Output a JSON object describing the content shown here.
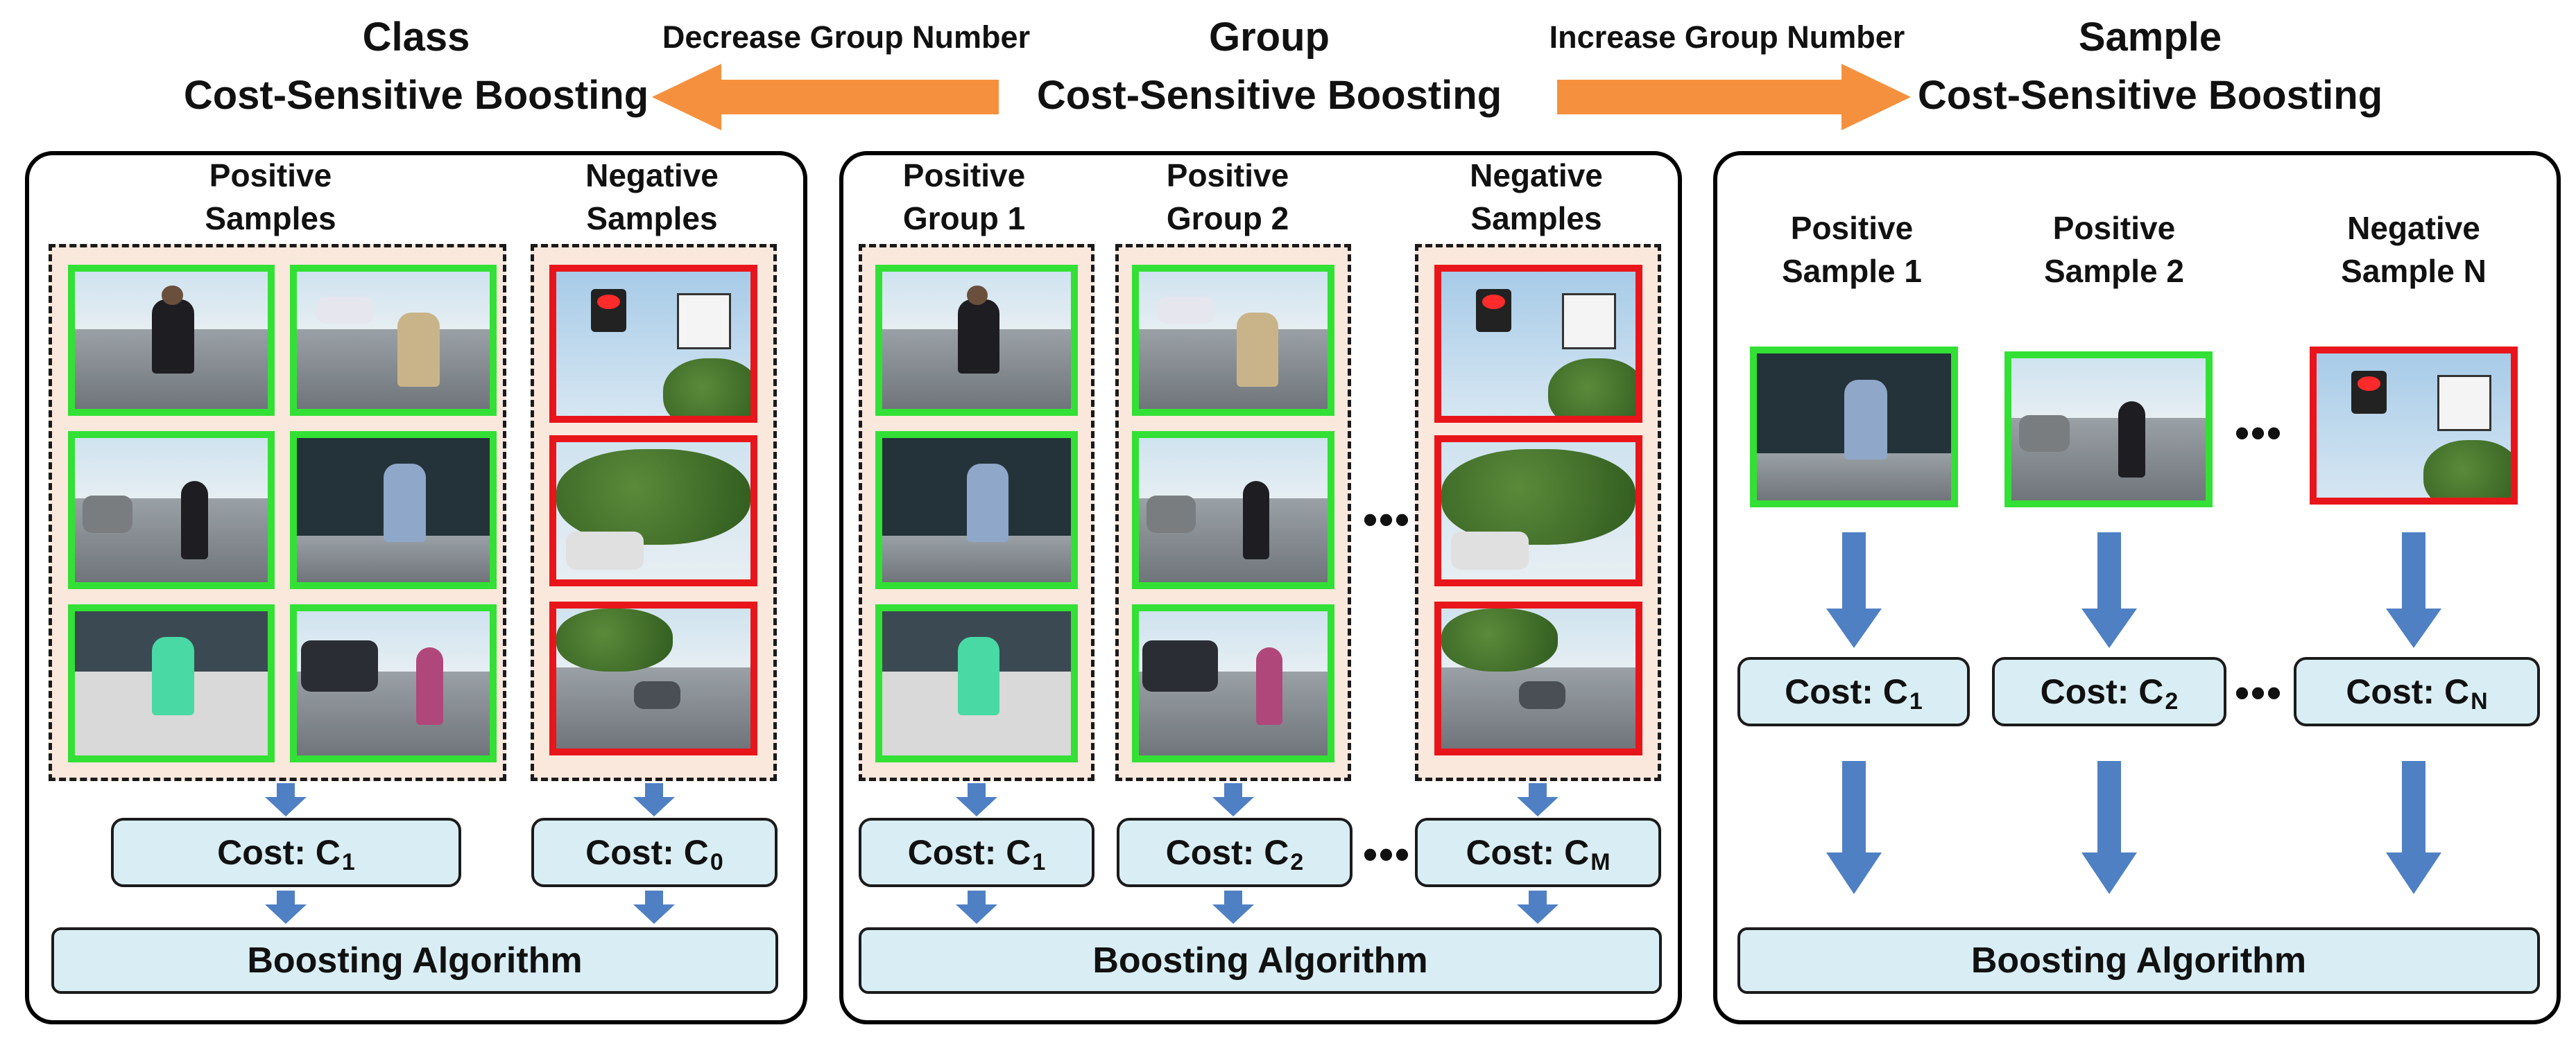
{
  "header": {
    "class_title_line1": "Class",
    "class_title_line2": "Cost-Sensitive Boosting",
    "group_title_line1": "Group",
    "group_title_line2": "Cost-Sensitive Boosting",
    "sample_title_line1": "Sample",
    "sample_title_line2": "Cost-Sensitive Boosting",
    "decrease_label": "Decrease Group Number",
    "increase_label": "Increase Group Number"
  },
  "colors": {
    "orange_arrow": "#f5913e",
    "blue_arrow": "#4f80c4",
    "positive_border": "#33e035",
    "negative_border": "#e8151b",
    "cost_box_fill": "#d9eef4",
    "dashed_fill": "#fbe8dc"
  },
  "class_panel": {
    "positive_head_l1": "Positive",
    "positive_head_l2": "Samples",
    "negative_head_l1": "Negative",
    "negative_head_l2": "Samples",
    "cost_positive": "Cost: C",
    "cost_positive_sub": "1",
    "cost_negative": "Cost: C",
    "cost_negative_sub": "0",
    "boosting": "Boosting Algorithm"
  },
  "group_panel": {
    "g1_l1": "Positive",
    "g1_l2": "Group 1",
    "g2_l1": "Positive",
    "g2_l2": "Group 2",
    "neg_l1": "Negative",
    "neg_l2": "Samples",
    "ellipsis_images": "•••",
    "ellipsis_costs": "•••",
    "cost_1": "Cost: C",
    "cost_1_sub": "1",
    "cost_2": "Cost: C",
    "cost_2_sub": "2",
    "cost_m": "Cost: C",
    "cost_m_sub": "M",
    "boosting": "Boosting Algorithm"
  },
  "sample_panel": {
    "s1_l1": "Positive",
    "s1_l2": "Sample 1",
    "s2_l1": "Positive",
    "s2_l2": "Sample 2",
    "sn_l1": "Negative",
    "sn_l2": "Sample N",
    "ellipsis_images": "•••",
    "ellipsis_costs": "•••",
    "cost_1": "Cost: C",
    "cost_1_sub": "1",
    "cost_2": "Cost: C",
    "cost_2_sub": "2",
    "cost_n": "Cost: C",
    "cost_n_sub": "N",
    "boosting": "Boosting Algorithm"
  },
  "image_icons": {
    "positive": "pedestrian-photo-icon",
    "negative": "traffic-light-photo-icon"
  }
}
